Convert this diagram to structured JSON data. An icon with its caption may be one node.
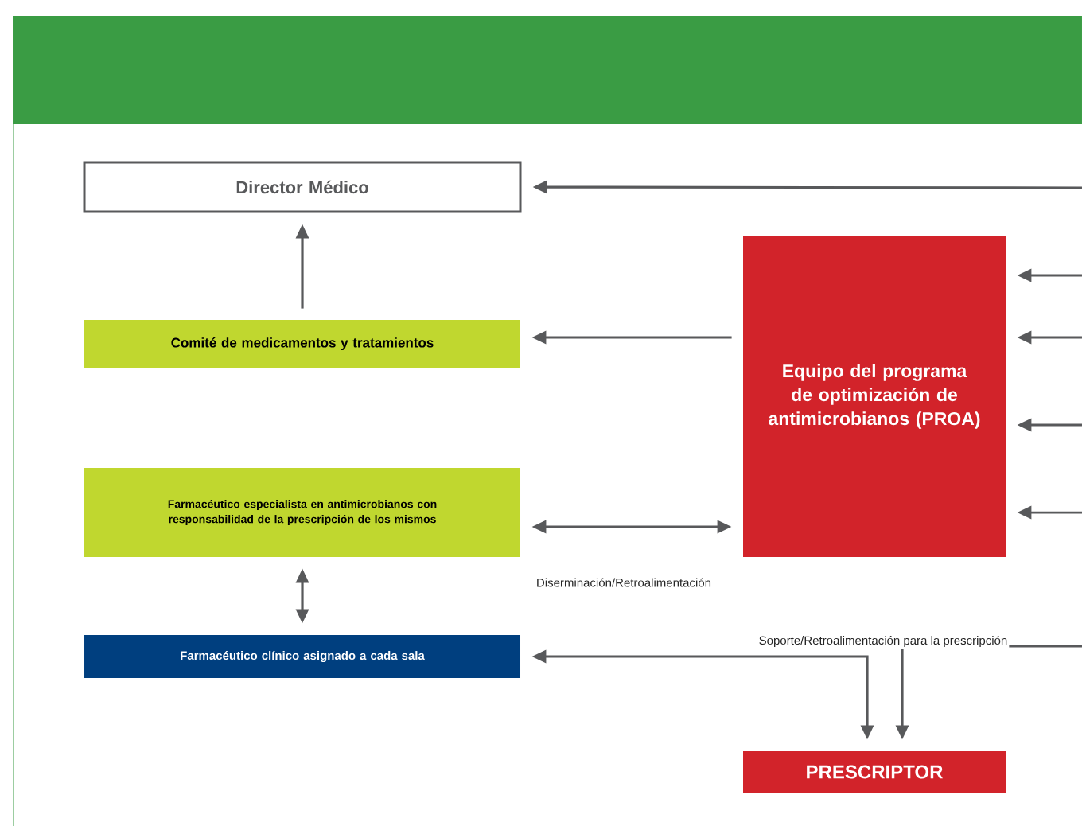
{
  "diagram": {
    "nodes": [
      {
        "text": [
          "Director Médico"
        ]
      },
      {
        "text": [
          "Comité de medicamentos y tratamientos"
        ]
      },
      {
        "text": [
          "Equipo del programa de optimización de antimicrobianos (PROA)"
        ]
      },
      {
        "text": [
          "Farmacéutico especialista en antimicrobianos con responsabilidad de la prescripción de los mismos"
        ]
      },
      {
        "text": [
          "Farmacéutico clínico asignado a cada sala"
        ]
      },
      {
        "text": [
          "PRESCRIPTOR"
        ]
      }
    ],
    "edges": [
      {
        "from": null,
        "to": 0,
        "arrow": "to"
      },
      {
        "from": 1,
        "to": 0,
        "arrow": "to"
      },
      {
        "from": 2,
        "to": 1,
        "arrow": "to"
      },
      {
        "from": null,
        "to": 2,
        "arrow": "to"
      },
      {
        "from": null,
        "to": 2,
        "arrow": "to"
      },
      {
        "from": null,
        "to": 2,
        "arrow": "to"
      },
      {
        "from": null,
        "to": 2,
        "arrow": "to"
      },
      {
        "from": 3,
        "to": 2,
        "arrow": "both",
        "label": "Diserminación/Retroalimentación"
      },
      {
        "from": 3,
        "to": 4,
        "arrow": "both"
      },
      {
        "from": 4,
        "to": 5,
        "arrow": "both"
      },
      {
        "from": null,
        "to": 5,
        "arrow": "to",
        "label": "Soporte/Retroalimentación para la prescripción"
      }
    ]
  }
}
